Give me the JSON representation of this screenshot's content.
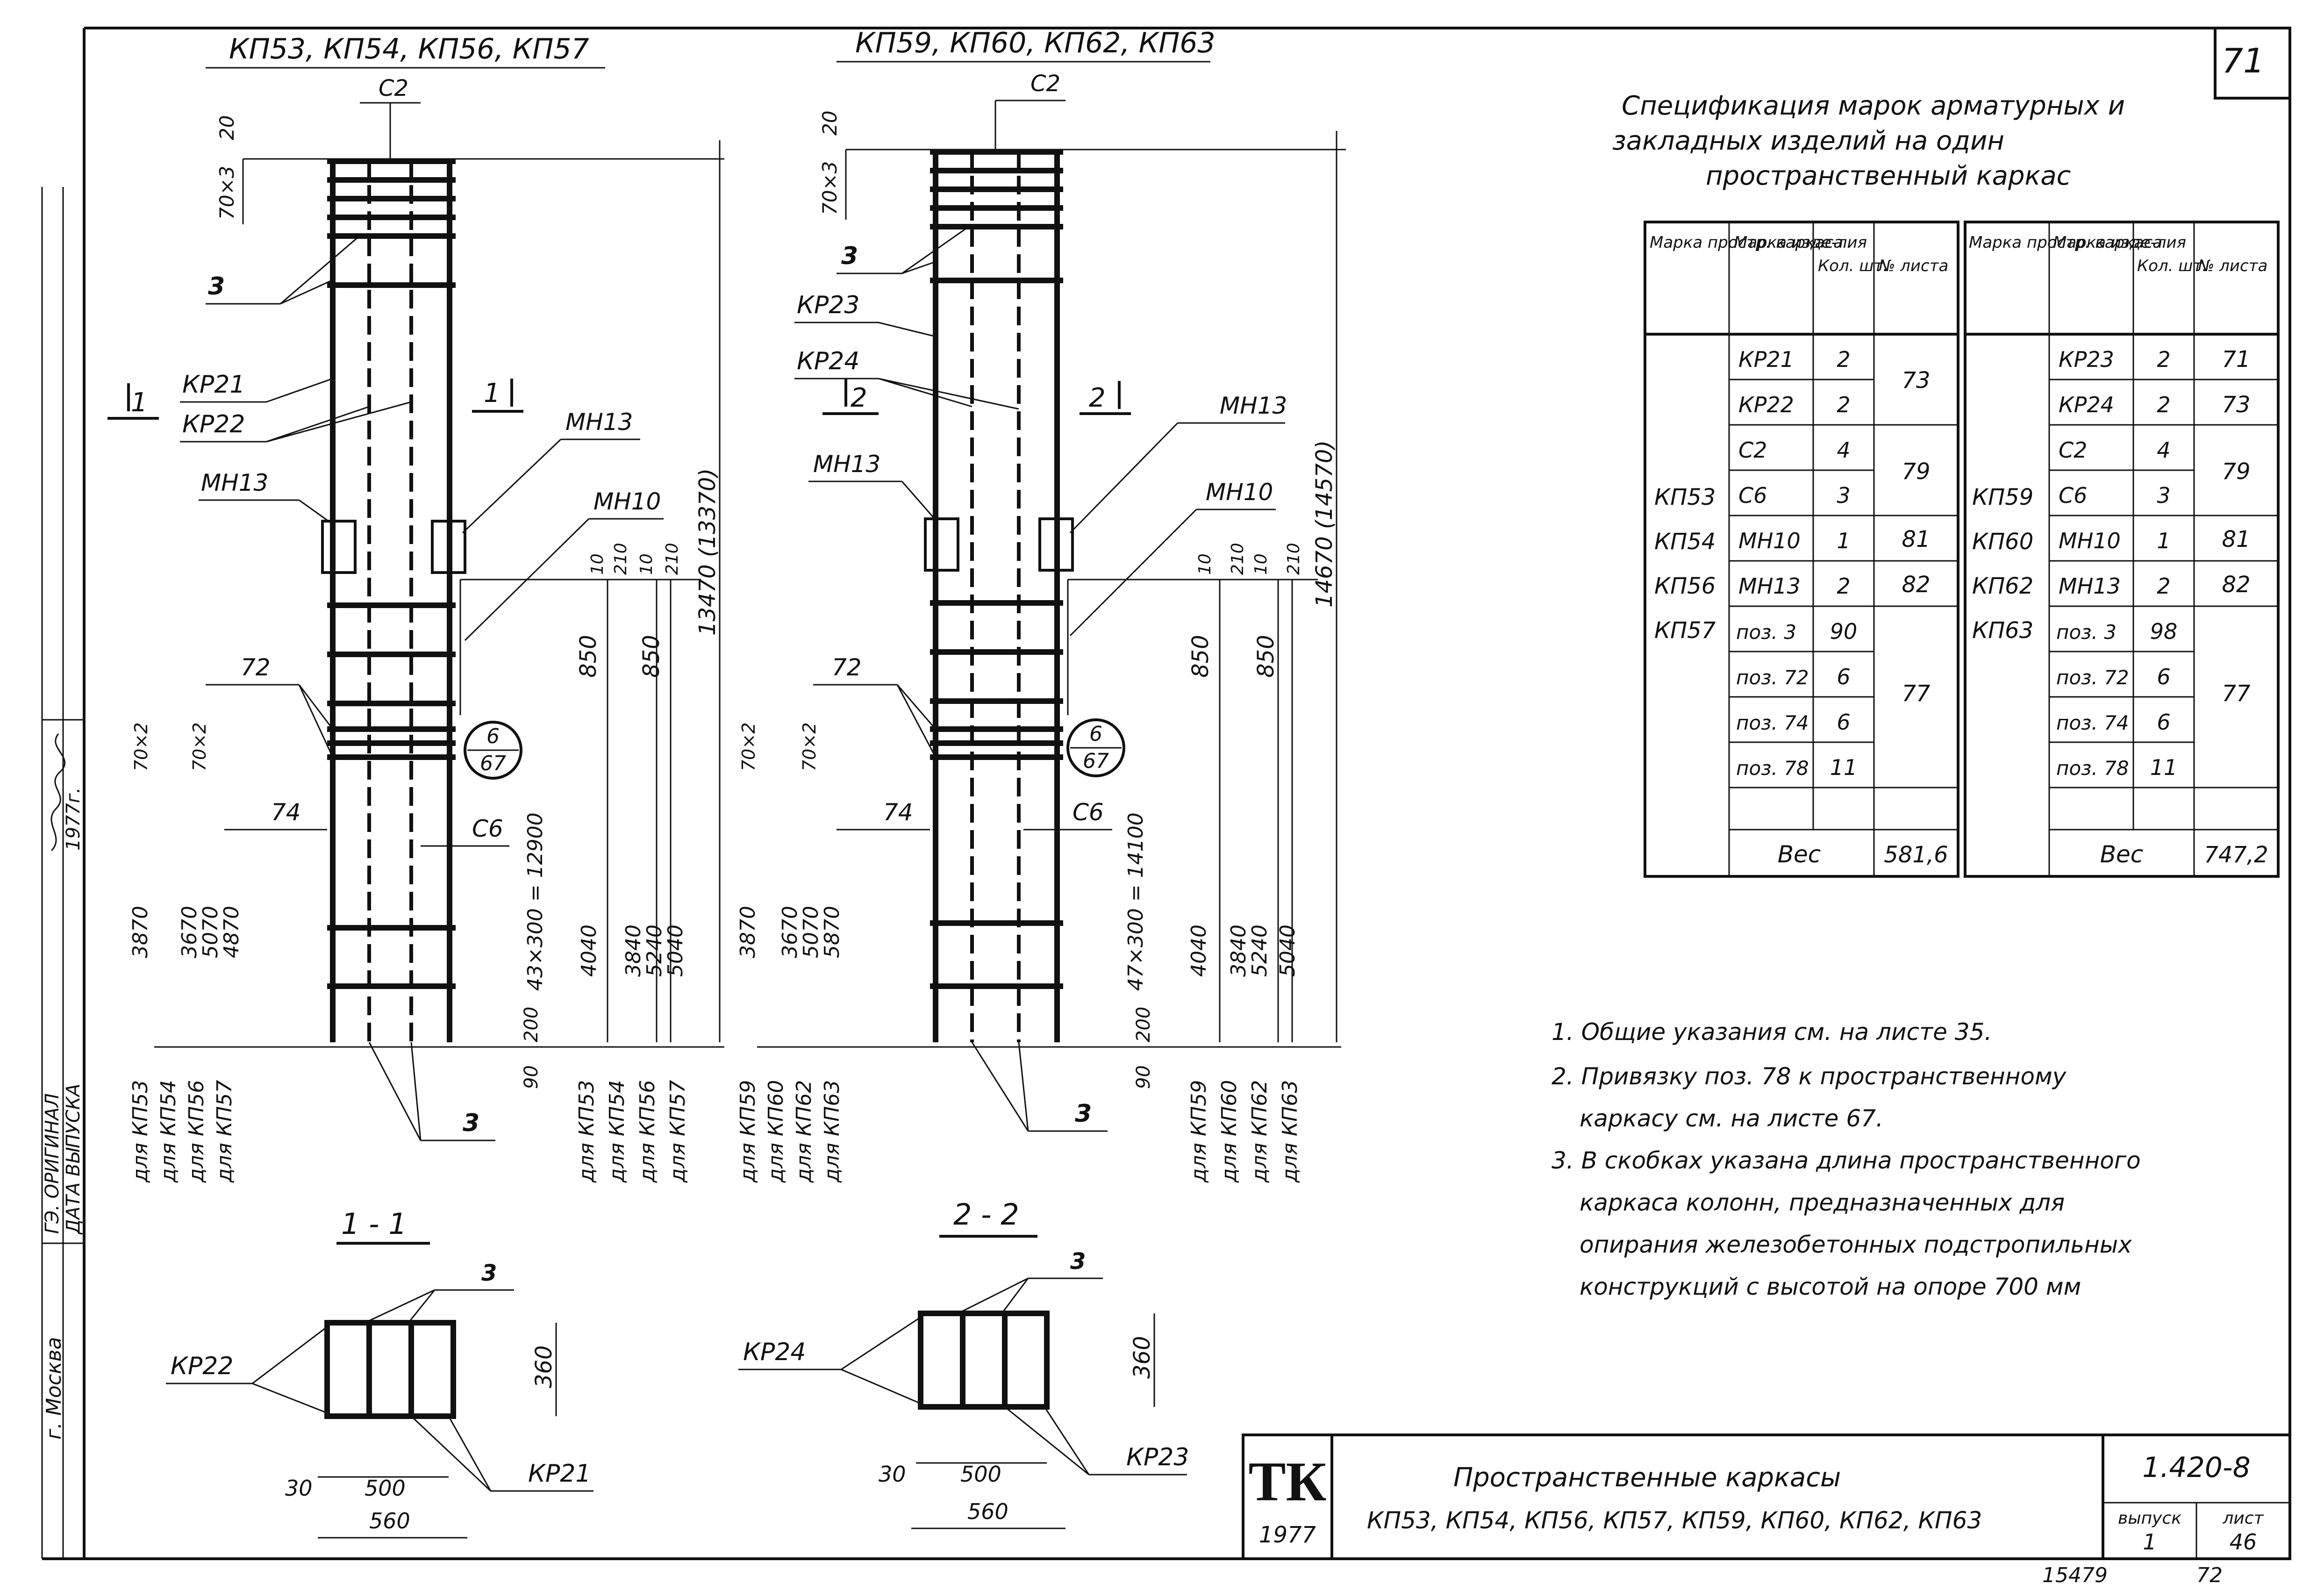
{
  "sheet": {
    "corner_number": "71",
    "bottom_left_number": "15479",
    "bottom_right_number": "72",
    "side_stamp": {
      "city": "г. Москва",
      "labels": [
        "ГЭ. ОРИГИНАЛ",
        "ДАТА ВЫПУСКА"
      ],
      "year": "1977г."
    }
  },
  "elev_left": {
    "title": "КП53, КП54, КП56, КП57",
    "c2": "С2",
    "dim_20": "20",
    "dim_70x3": "70×3",
    "lbl_3": "3",
    "lbl_kr21": "КР21",
    "lbl_kr22": "КР22",
    "sec_mark": "1",
    "mn13_left": "МН13",
    "mn13_right": "МН13",
    "mn10": "МН10",
    "d10a": "10",
    "d210a": "210",
    "d10b": "10",
    "d210b": "210",
    "d850a": "850",
    "d850b": "850",
    "total": "13470 (13370)",
    "lbl_72": "72",
    "lbl_74": "74",
    "lbl_c6": "С6",
    "d70x2a": "70×2",
    "d70x2b": "70×2",
    "circle_top": "6",
    "circle_bottom": "67",
    "d_3870": "3870",
    "d_3670": "3670",
    "d_5070": "5070",
    "d_4870": "4870",
    "pitch": "43×300 = 12900",
    "d_4040": "4040",
    "d_3840": "3840",
    "d_5240": "5240",
    "d_5040": "5040",
    "d_200": "200",
    "d_90": "90",
    "for_a": [
      "для КП53",
      "для КП54",
      "для КП56",
      "для КП57"
    ],
    "for_b": [
      "для КП53",
      "для КП54",
      "для КП56",
      "для КП57"
    ],
    "lbl_3b": "3"
  },
  "elev_right": {
    "title": "КП59, КП60, КП62, КП63",
    "c2": "С2",
    "dim_20": "20",
    "dim_70x3": "70×3",
    "lbl_3": "3",
    "lbl_kr23": "КР23",
    "lbl_kr24": "КР24",
    "sec_mark": "2",
    "mn13_left": "МН13",
    "mn13_right": "МН13",
    "mn10": "МН10",
    "d10a": "10",
    "d210a": "210",
    "d10b": "10",
    "d210b": "210",
    "d850a": "850",
    "d850b": "850",
    "total": "14670 (14570)",
    "lbl_72": "72",
    "lbl_74": "74",
    "lbl_c6": "С6",
    "d70x2a": "70×2",
    "d70x2b": "70×2",
    "circle_top": "6",
    "circle_bottom": "67",
    "d_3870": "3870",
    "d_3670": "3670",
    "d_5070": "5070",
    "d_5870": "5870",
    "pitch": "47×300 = 14100",
    "d_4040": "4040",
    "d_3840": "3840",
    "d_5240": "5240",
    "d_5040": "5040",
    "d_200": "200",
    "d_90": "90",
    "for_a": [
      "для КП59",
      "для КП60",
      "для КП62",
      "для КП63"
    ],
    "for_b": [
      "для КП59",
      "для КП60",
      "для КП62",
      "для КП63"
    ],
    "lbl_3b": "3"
  },
  "section_1": {
    "title": "1 - 1",
    "lbl_3": "3",
    "lbl_kr": "КР22",
    "lbl_kr2": "КР21",
    "d360": "360",
    "d30": "30",
    "d500": "500",
    "d560": "560"
  },
  "section_2": {
    "title": "2 - 2",
    "lbl_3": "3",
    "lbl_kr": "КР24",
    "lbl_kr2": "КР23",
    "d360": "360",
    "d30": "30",
    "d500": "500",
    "d560": "560"
  },
  "spec": {
    "title_lines": [
      "Спецификация марок арматурных и",
      "закладных изделий на один",
      "пространственный каркас"
    ],
    "headers": [
      "Марка простр. каркаса",
      "Марка изде-лия",
      "Кол. шт.",
      "№ листа"
    ],
    "left": {
      "marks": [
        "КП53",
        "КП54",
        "КП56",
        "КП57"
      ],
      "rows": [
        [
          "КР21",
          "2"
        ],
        [
          "КР22",
          "2"
        ],
        [
          "С2",
          "4"
        ],
        [
          "С6",
          "3"
        ],
        [
          "МН10",
          "1"
        ],
        [
          "МН13",
          "2"
        ],
        [
          "поз. 3",
          "90"
        ],
        [
          "поз. 72",
          "6"
        ],
        [
          "поз. 74",
          "6"
        ],
        [
          "поз. 78",
          "11"
        ]
      ],
      "sheets": [
        "73",
        "79",
        "81",
        "82",
        "77"
      ],
      "weight_label": "Вес",
      "weight": "581,6"
    },
    "right": {
      "marks": [
        "КП59",
        "КП60",
        "КП62",
        "КП63"
      ],
      "rows": [
        [
          "КР23",
          "2"
        ],
        [
          "КР24",
          "2"
        ],
        [
          "С2",
          "4"
        ],
        [
          "С6",
          "3"
        ],
        [
          "МН10",
          "1"
        ],
        [
          "МН13",
          "2"
        ],
        [
          "поз. 3",
          "98"
        ],
        [
          "поз. 72",
          "6"
        ],
        [
          "поз. 74",
          "6"
        ],
        [
          "поз. 78",
          "11"
        ]
      ],
      "sheets": [
        "71",
        "73",
        "79",
        "81",
        "82",
        "77"
      ],
      "weight_label": "Вес",
      "weight": "747,2"
    }
  },
  "notes": [
    "1. Общие указания см. на листе 35.",
    "2. Привязку поз. 78 к пространственному",
    "каркасу см. на листе 67.",
    "3. В скобках указана длина пространственного",
    "каркаса колонн, предназначенных для",
    "опирания железобетонных подстропильных",
    "конструкций с высотой на опоре 700 мм"
  ],
  "title_block": {
    "org": "ТК",
    "year": "1977",
    "name_line1": "Пространственные каркасы",
    "name_line2": "КП53, КП54, КП56, КП57, КП59, КП60, КП62, КП63",
    "code": "1.420-8",
    "issue_label": "выпуск",
    "issue": "1",
    "sheet_label": "лист",
    "sheet": "46"
  }
}
